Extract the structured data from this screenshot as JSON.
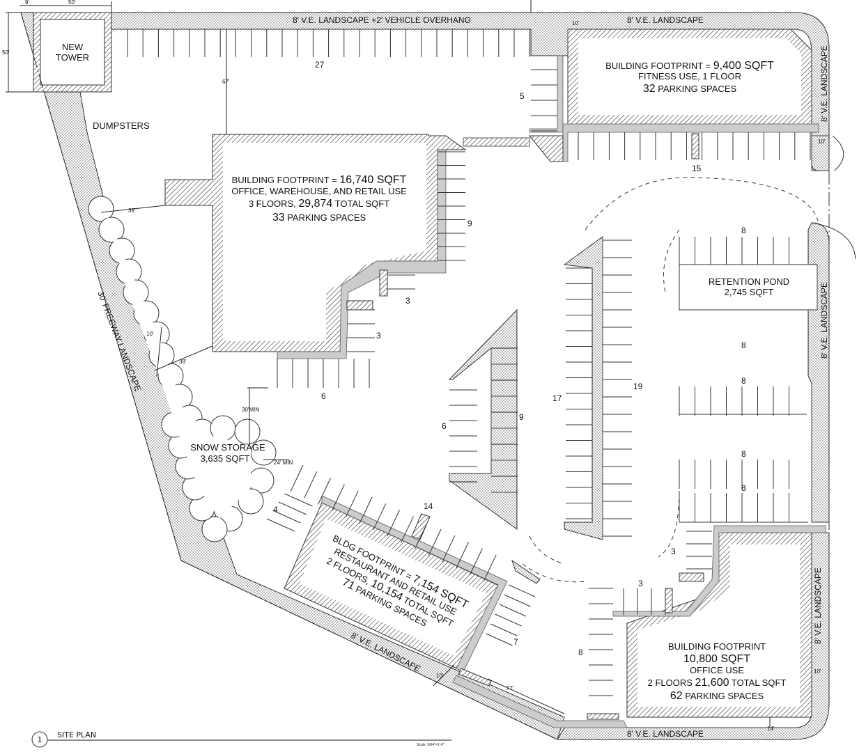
{
  "sheet": {
    "number": "1",
    "title": "SITE PLAN",
    "scale": "Scale: 3/64\"=1'-0\""
  },
  "labels": {
    "new_tower": [
      "NEW",
      "TOWER"
    ],
    "dumpsters": "DUMPSTERS",
    "top_landscape": "8' V.E. LANDSCAPE +2' VEHICLE  OVERHANG",
    "top_right_landscape": "8' V.E. LANDSCAPE",
    "right_landscape": "8' V.E. LANDSCAPE",
    "bottom_landscape": "8' V.E. LANDSCAPE",
    "diag_landscape": "8' V.E. LANDSCAPE",
    "freeway_landscape": "30' FREEWAY LANDSCAPE",
    "snow_storage": [
      "SNOW STORAGE",
      "3,635 SQFT"
    ],
    "retention_pond": [
      "RETENTION POND",
      "2,745 SQFT"
    ]
  },
  "buildings": {
    "fitness": {
      "l1a": "BUILDING FOOTPRINT  =  ",
      "l1b": "9,400 SQFT",
      "l2": "FITNESS USE, 1 FLOOR",
      "l3a": "32",
      "l3b": " PARKING SPACES"
    },
    "office_warehouse": {
      "l1a": "BUILDING FOOTPRINT  =  ",
      "l1b": "16,740 SQFT",
      "l2": "OFFICE, WAREHOUSE, AND RETAIL USE",
      "l3a": "3 FLOORS, ",
      "l3b": "29,874",
      "l3c": " TOTAL SQFT",
      "l4a": "33",
      "l4b": " PARKING SPACES"
    },
    "restaurant": {
      "l1a": "BLDG FOOTPRINT = ",
      "l1b": "7,154 SQFT",
      "l2": "RESTAURANT AND RETAIL USE",
      "l3a": "2 FLOORS, ",
      "l3b": "10,154",
      "l3c": " TOTAL SQFT",
      "l4a": "71",
      "l4b": " PARKING SPACES"
    },
    "office": {
      "l1": "BUILDING FOOTPRINT",
      "l2": "10,800 SQFT",
      "l3": "OFFICE USE",
      "l4a": "2 FLOORS ",
      "l4b": "21,600",
      "l4c": " TOTAL SQFT",
      "l5a": "62",
      "l5b": " PARKING SPACES"
    }
  },
  "parking_counts": [
    "27",
    "5",
    "15",
    "9",
    "3",
    "3",
    "6",
    "17",
    "19",
    "8",
    "8",
    "8",
    "8",
    "8",
    "9",
    "6",
    "14",
    "4",
    "7",
    "8",
    "3",
    "3"
  ],
  "dimensions": [
    "9'",
    "50'",
    "50'",
    "67'",
    "39'",
    "10'",
    "39'",
    "30'MIN",
    "24' MIN",
    "10'",
    "10'",
    "10'",
    "77'",
    "10'",
    "14'"
  ]
}
